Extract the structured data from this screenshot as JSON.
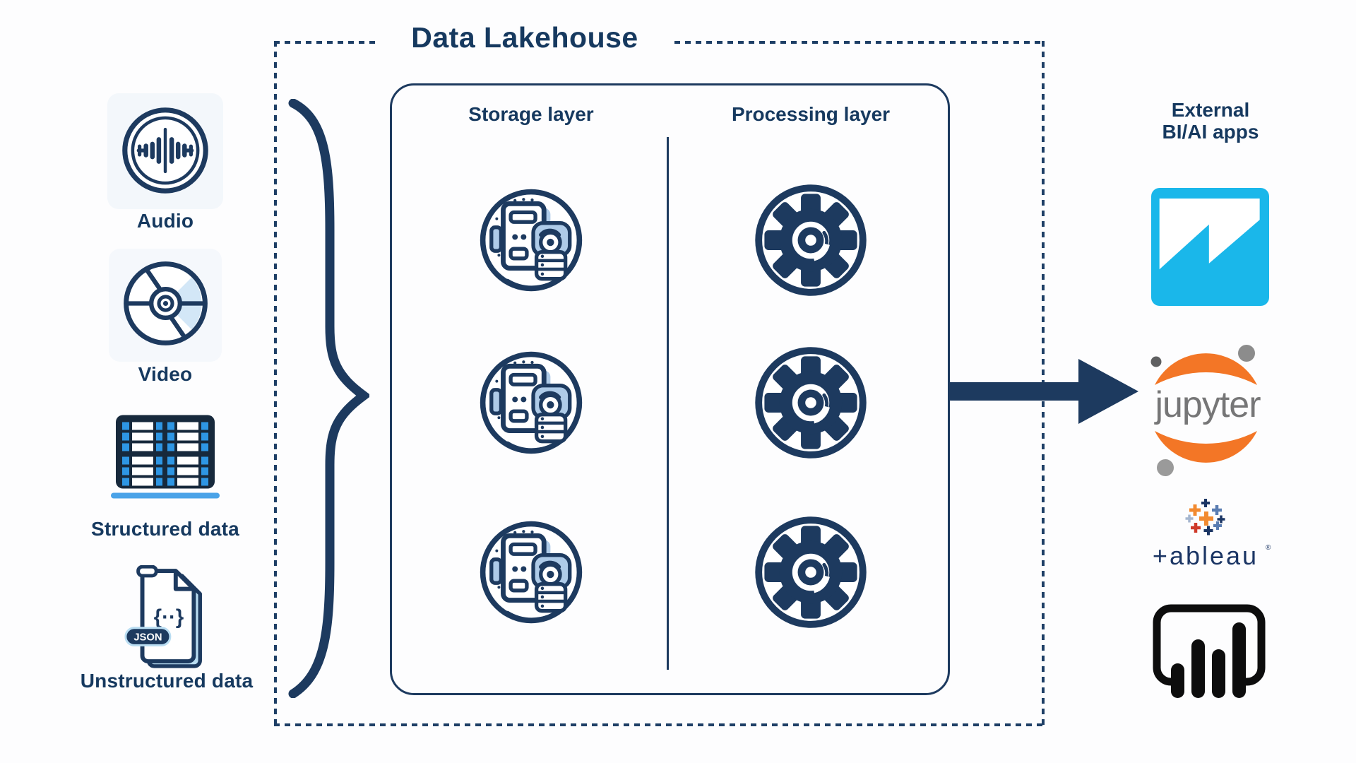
{
  "title": "Data Lakehouse",
  "sources": {
    "items": [
      {
        "label": "Audio"
      },
      {
        "label": "Video"
      },
      {
        "label": "Structured data"
      },
      {
        "label": "Unstructured data",
        "badge": "JSON",
        "glyph": "{··}"
      }
    ]
  },
  "lakehouse": {
    "storage_header": "Storage layer",
    "processing_header": "Processing layer"
  },
  "external": {
    "heading_line1": "External",
    "heading_line2": "BI/AI apps",
    "jupyter_wordmark": "jupyter",
    "tableau_wordmark": "+ableau",
    "tableau_registered": "®"
  },
  "colors": {
    "navy": "#1d3a5f",
    "cyan": "#1ab7ea",
    "jupyter_orange": "#f37626",
    "jupyter_gray": "#767677",
    "tableau_navy": "#1b3564",
    "bright_blue": "#2e96e4",
    "light_blue": "#aecbe8",
    "powerbi_black": "#0d0d0d"
  }
}
